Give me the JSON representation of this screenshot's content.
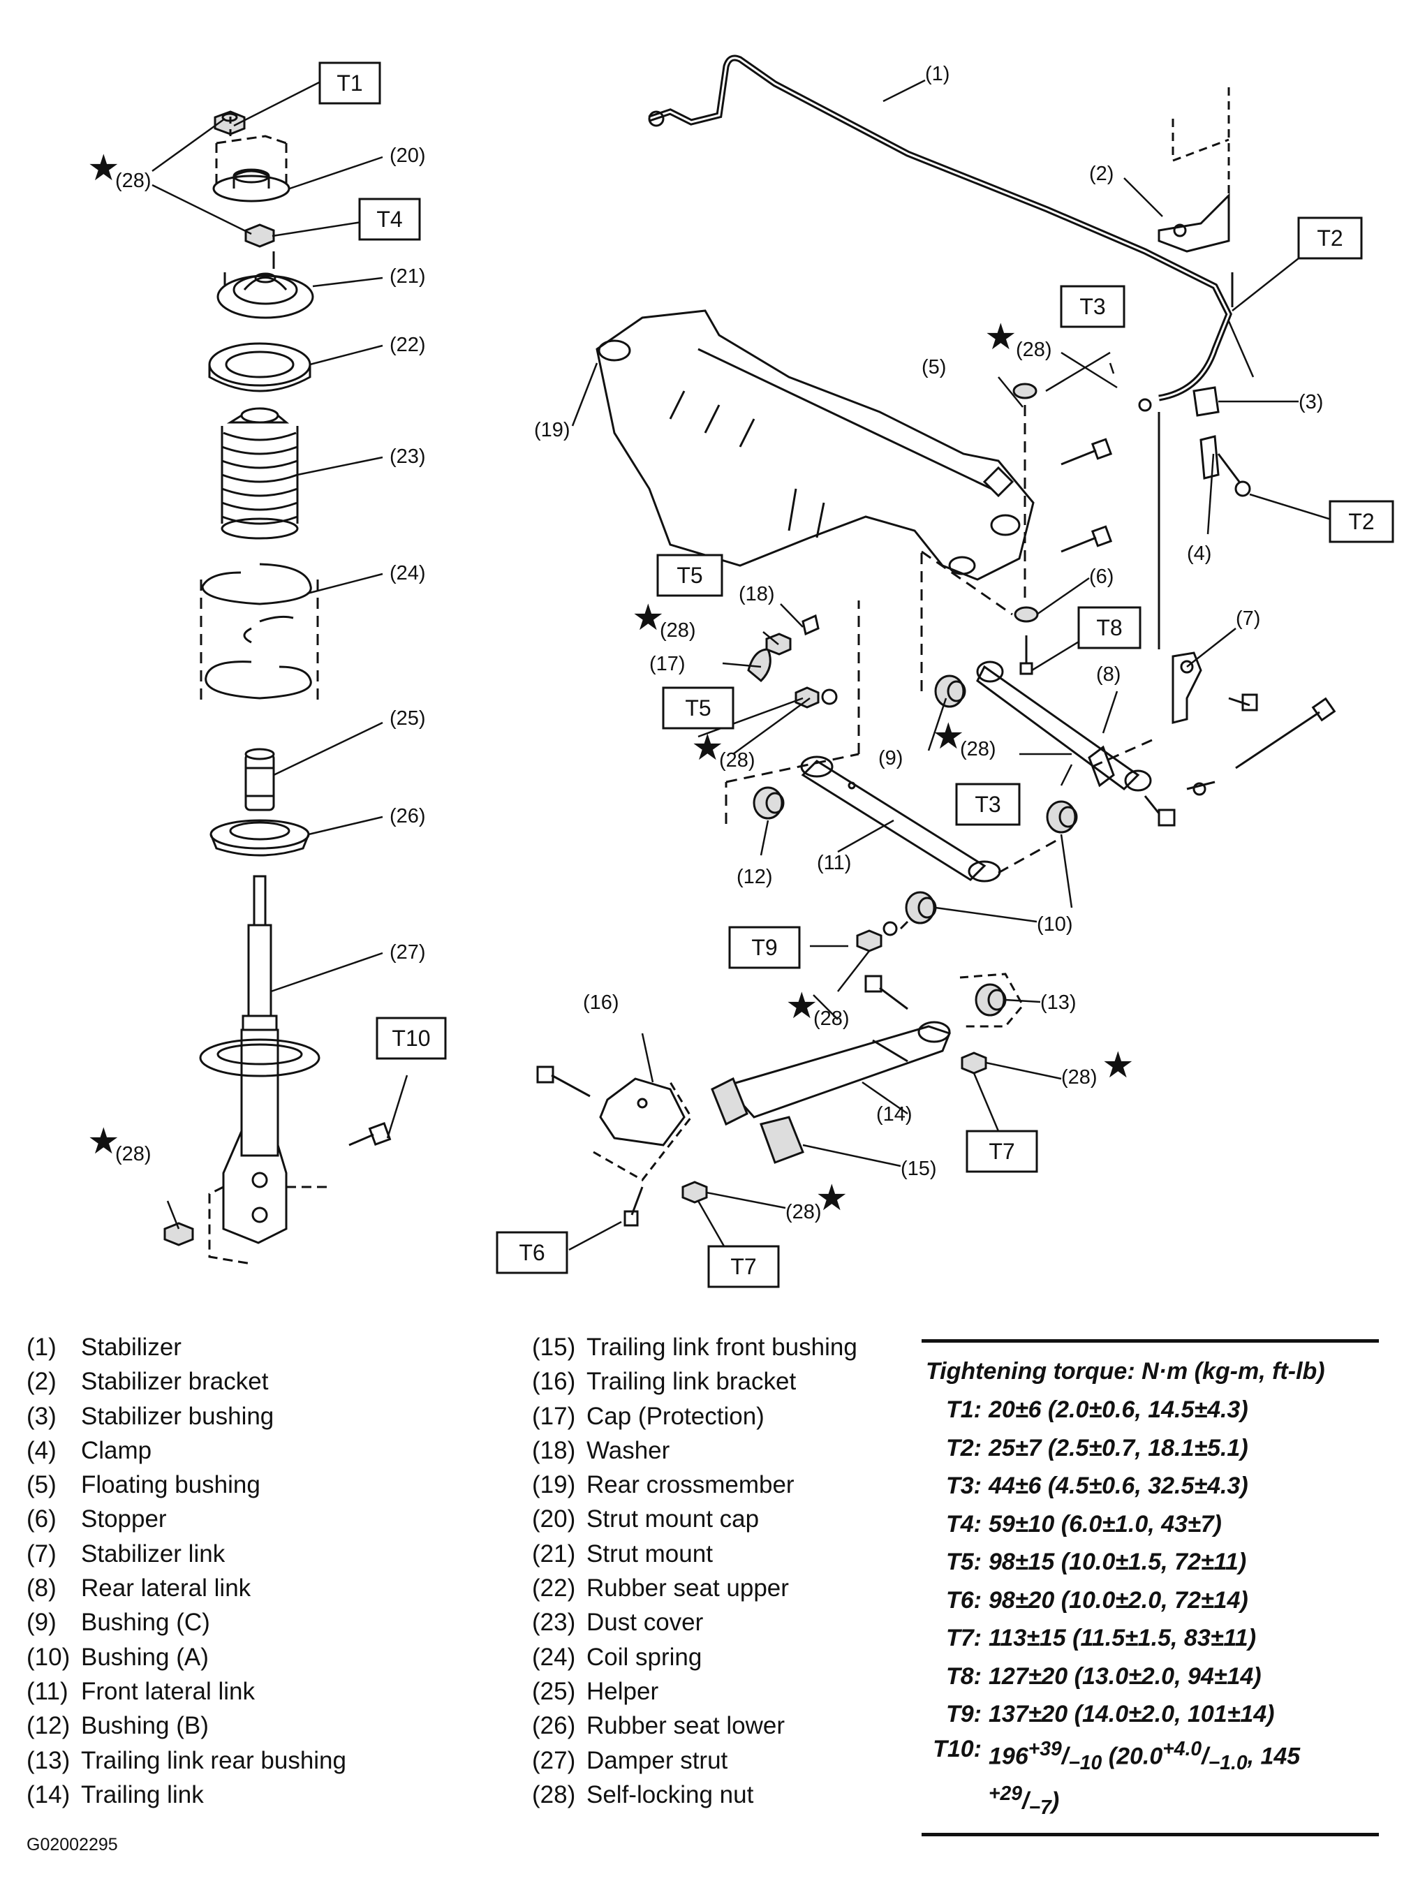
{
  "figure_id": "G02002295",
  "torque_boxes": [
    "T1",
    "T2",
    "T3",
    "T4",
    "T5",
    "T6",
    "T7",
    "T8",
    "T9",
    "T10"
  ],
  "callouts": [
    "(1)",
    "(2)",
    "(3)",
    "(4)",
    "(5)",
    "(6)",
    "(7)",
    "(8)",
    "(9)",
    "(10)",
    "(11)",
    "(12)",
    "(13)",
    "(14)",
    "(15)",
    "(16)",
    "(17)",
    "(18)",
    "(19)",
    "(20)",
    "(21)",
    "(22)",
    "(23)",
    "(24)",
    "(25)",
    "(26)",
    "(27)",
    "(28)"
  ],
  "star_symbol": "★",
  "legend": [
    {
      "num": "(1)",
      "label": "Stabilizer"
    },
    {
      "num": "(2)",
      "label": "Stabilizer bracket"
    },
    {
      "num": "(3)",
      "label": "Stabilizer bushing"
    },
    {
      "num": "(4)",
      "label": "Clamp"
    },
    {
      "num": "(5)",
      "label": "Floating bushing"
    },
    {
      "num": "(6)",
      "label": "Stopper"
    },
    {
      "num": "(7)",
      "label": "Stabilizer link"
    },
    {
      "num": "(8)",
      "label": "Rear lateral link"
    },
    {
      "num": "(9)",
      "label": "Bushing (C)"
    },
    {
      "num": "(10)",
      "label": "Bushing (A)"
    },
    {
      "num": "(11)",
      "label": "Front lateral link"
    },
    {
      "num": "(12)",
      "label": "Bushing (B)"
    },
    {
      "num": "(13)",
      "label": "Trailing link rear bushing"
    },
    {
      "num": "(14)",
      "label": "Trailing link"
    },
    {
      "num": "(15)",
      "label": "Trailing link front bushing"
    },
    {
      "num": "(16)",
      "label": "Trailing link bracket"
    },
    {
      "num": "(17)",
      "label": "Cap (Protection)"
    },
    {
      "num": "(18)",
      "label": "Washer"
    },
    {
      "num": "(19)",
      "label": "Rear crossmember"
    },
    {
      "num": "(20)",
      "label": "Strut mount cap"
    },
    {
      "num": "(21)",
      "label": "Strut mount"
    },
    {
      "num": "(22)",
      "label": "Rubber seat upper"
    },
    {
      "num": "(23)",
      "label": "Dust cover"
    },
    {
      "num": "(24)",
      "label": "Coil spring"
    },
    {
      "num": "(25)",
      "label": "Helper"
    },
    {
      "num": "(26)",
      "label": "Rubber seat lower"
    },
    {
      "num": "(27)",
      "label": "Damper strut"
    },
    {
      "num": "(28)",
      "label": "Self-locking nut"
    }
  ],
  "torque_table": {
    "heading": "Tightening torque: N·m (kg-m, ft-lb)",
    "rows": [
      {
        "code": "T1:",
        "value": "20±6 (2.0±0.6, 14.5±4.3)"
      },
      {
        "code": "T2:",
        "value": "25±7 (2.5±0.7, 18.1±5.1)"
      },
      {
        "code": "T3:",
        "value": "44±6 (4.5±0.6, 32.5±4.3)"
      },
      {
        "code": "T4:",
        "value": "59±10 (6.0±1.0, 43±7)"
      },
      {
        "code": "T5:",
        "value": "98±15 (10.0±1.5, 72±11)"
      },
      {
        "code": "T6:",
        "value": "98±20 (10.0±2.0, 72±14)"
      },
      {
        "code": "T7:",
        "value": "113±15 (11.5±1.5, 83±11)"
      },
      {
        "code": "T8:",
        "value": "127±20 (13.0±2.0, 94±14)"
      },
      {
        "code": "T9:",
        "value": "137±20 (14.0±2.0, 101±14)"
      }
    ],
    "t10": {
      "code": "T10:",
      "base": "196",
      "sup1": "+39",
      "sub1": "−10",
      "paren_open": " (20.0",
      "sup2": "+4.0",
      "sub2": "−1.0",
      "ftlb": ", 145 ",
      "sup3": "+29",
      "sub3": "−7",
      "close": ")",
      "slash": "/"
    }
  }
}
